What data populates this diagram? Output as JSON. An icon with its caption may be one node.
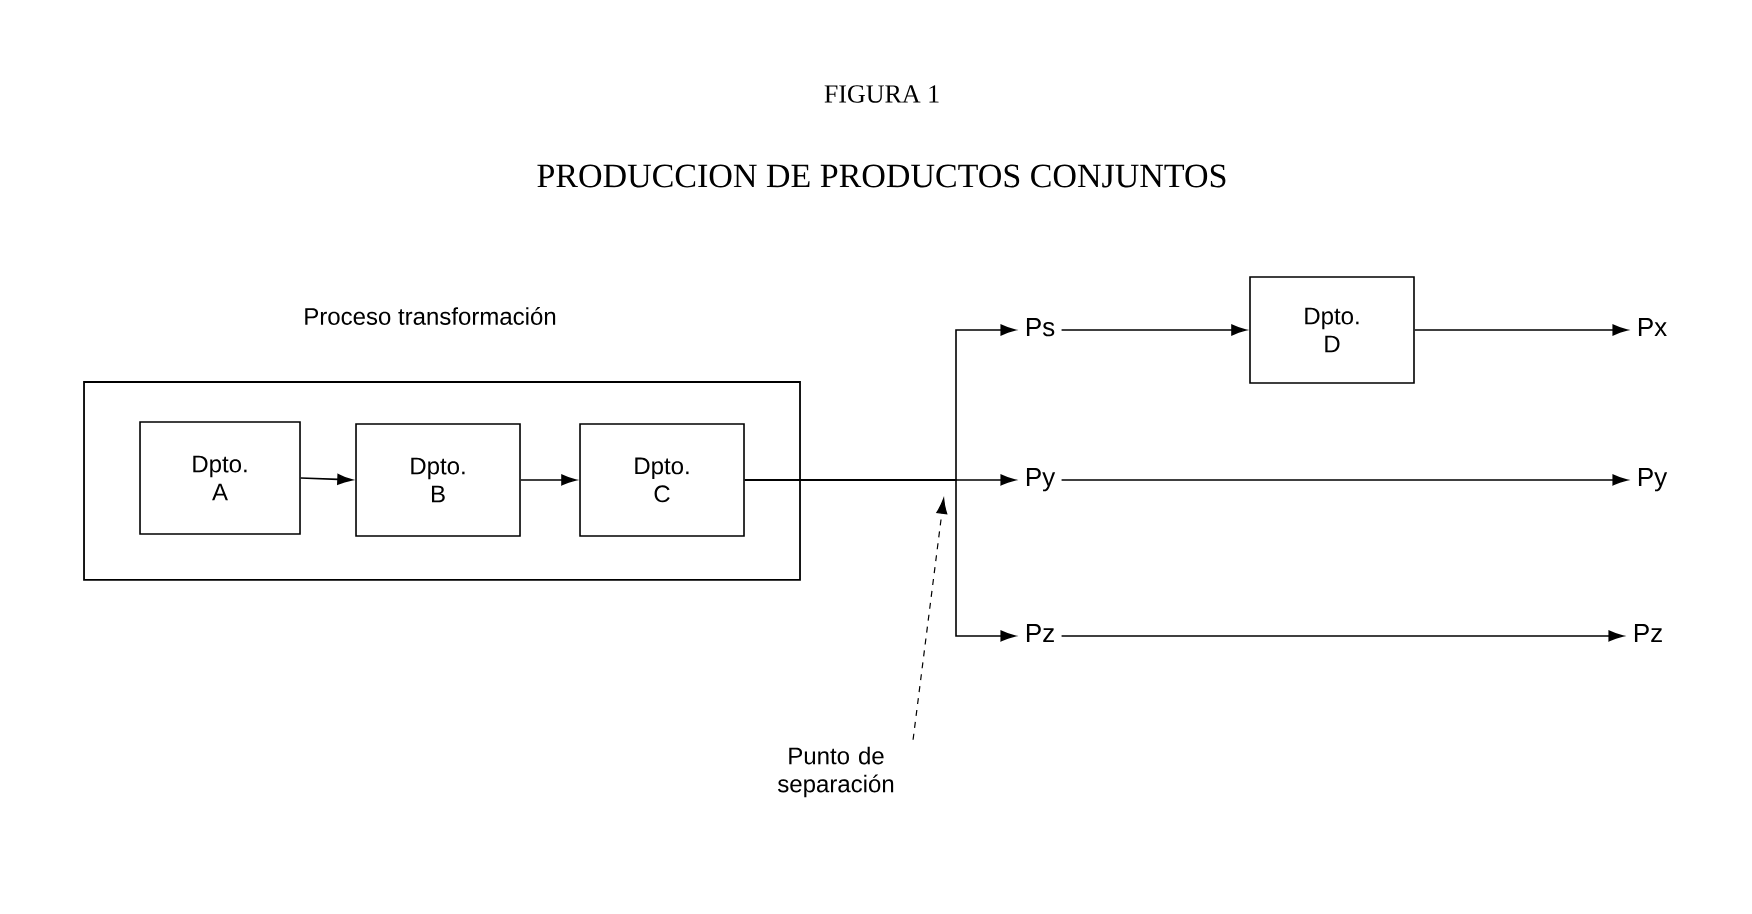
{
  "diagram": {
    "title": "PRODUCCION DE PRODUCTOS CONJUNTOS",
    "labels": [
      "FIGURA 1"
    ],
    "nodes": [
      {
        "text": [
          "Proceso transformación"
        ]
      },
      {
        "text": [
          "Dpto. A"
        ],
        "in": 0
      },
      {
        "text": [
          "Dpto. B"
        ],
        "in": 0
      },
      {
        "text": [
          "Dpto. C"
        ],
        "in": 0
      },
      {
        "text": [
          "Ps"
        ]
      },
      {
        "text": [
          "Py"
        ]
      },
      {
        "text": [
          "Pz"
        ]
      },
      {
        "text": [
          "Dpto. D"
        ]
      },
      {
        "text": [
          "Px"
        ]
      },
      {
        "text": [
          "Py"
        ]
      },
      {
        "text": [
          "Pz"
        ]
      },
      {
        "text": [
          "Punto de separación"
        ]
      }
    ],
    "edges": [
      {
        "from": 1,
        "to": 2,
        "arrow": "to"
      },
      {
        "from": 2,
        "to": 3,
        "arrow": "to"
      },
      {
        "from": 3,
        "to": 4,
        "arrow": "to"
      },
      {
        "from": 3,
        "to": 5,
        "arrow": "to"
      },
      {
        "from": 3,
        "to": 6,
        "arrow": "to"
      },
      {
        "from": 4,
        "to": 7,
        "arrow": "to"
      },
      {
        "from": 7,
        "to": 8,
        "arrow": "to"
      },
      {
        "from": 5,
        "to": 9,
        "arrow": "to"
      },
      {
        "from": 6,
        "to": 10,
        "arrow": "to"
      },
      {
        "from": 11,
        "to": null,
        "arrow": "to",
        "style": "dashed"
      }
    ]
  }
}
